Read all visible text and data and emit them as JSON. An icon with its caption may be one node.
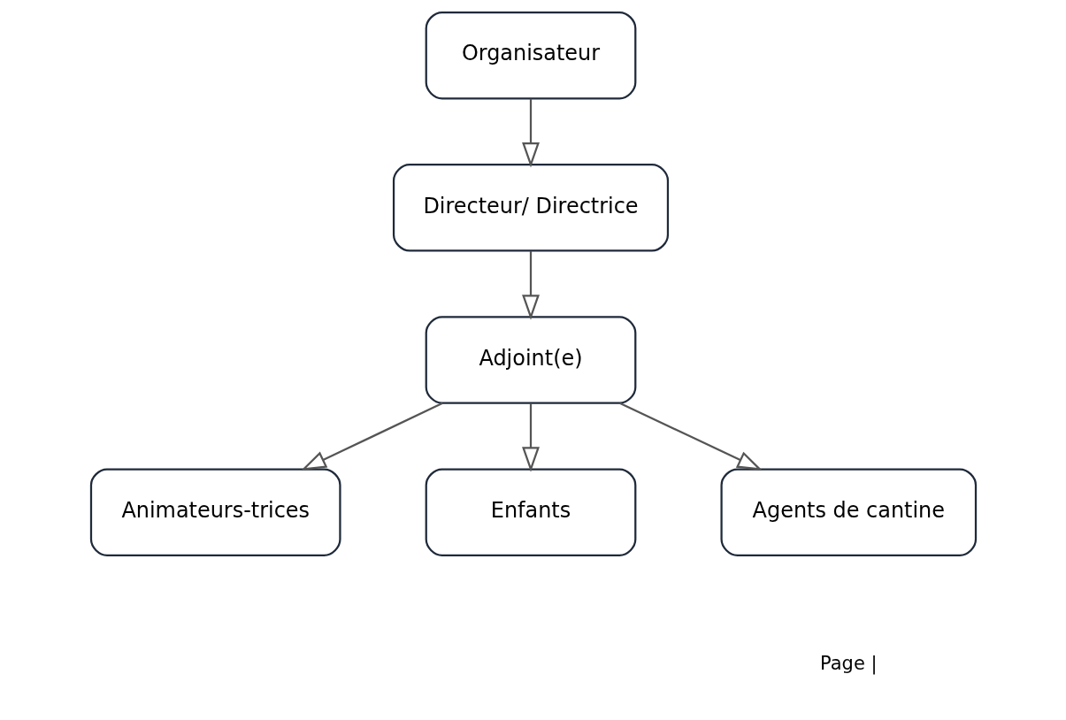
{
  "diagram": {
    "nodes": [
      {
        "text": [
          "Organisateur"
        ]
      },
      {
        "text": [
          "Directeur/ Directrice"
        ]
      },
      {
        "text": [
          "Adjoint(e)"
        ]
      },
      {
        "text": [
          "Animateurs-trices"
        ]
      },
      {
        "text": [
          "Enfants"
        ]
      },
      {
        "text": [
          "Agents de cantine"
        ]
      }
    ],
    "edges": [
      {
        "from": 0,
        "to": 1,
        "arrow": "to"
      },
      {
        "from": 1,
        "to": 2,
        "arrow": "to"
      },
      {
        "from": 2,
        "to": 3,
        "arrow": "to"
      },
      {
        "from": 2,
        "to": 4,
        "arrow": "to"
      },
      {
        "from": 2,
        "to": 5,
        "arrow": "to"
      }
    ],
    "labels": [
      "Page |"
    ]
  }
}
